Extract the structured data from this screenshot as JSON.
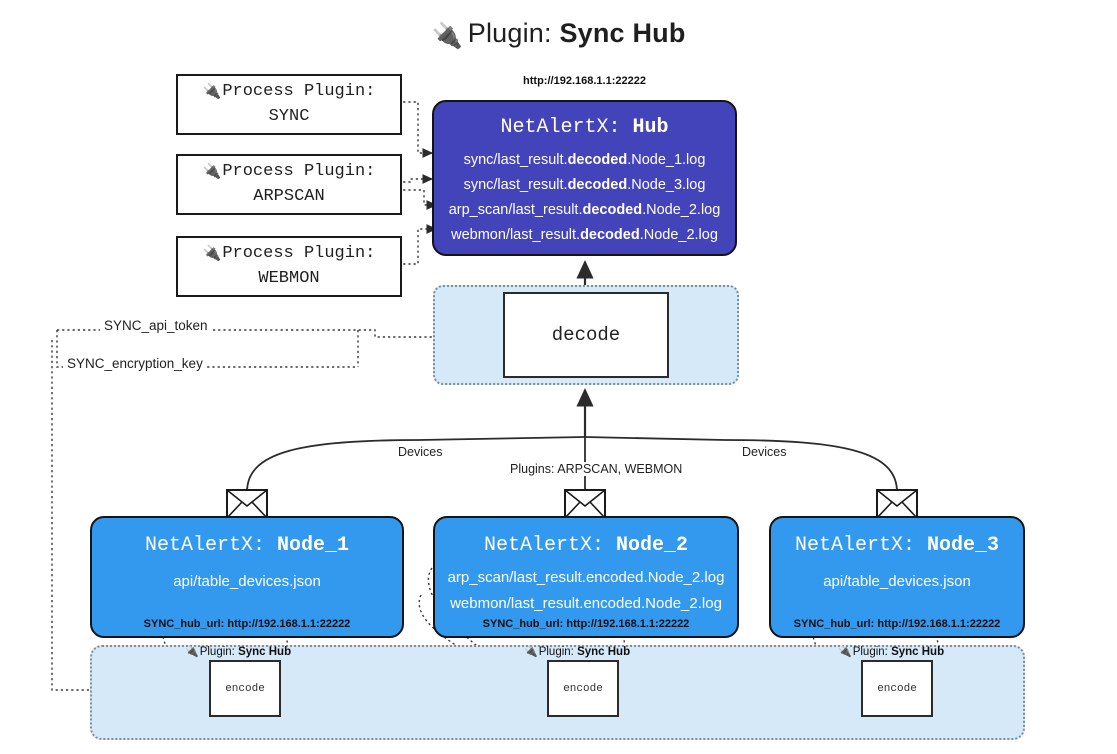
{
  "title": {
    "icon": "plug-icon",
    "glyph": "🔌",
    "prefix": "Plugin:",
    "name": "Sync Hub"
  },
  "colors": {
    "hub_fill": "#4343ba",
    "node_fill": "#3299ef",
    "region_fill": "#d6e9f9",
    "region_border": "#7f8d99",
    "outline": "#141414",
    "page_bg": "#ffffff"
  },
  "process_plugins": [
    {
      "icon": "plug-icon",
      "glyph": "🔌",
      "line1": "Process Plugin:",
      "line2": "SYNC"
    },
    {
      "icon": "plug-icon",
      "glyph": "🔌",
      "line1": "Process Plugin:",
      "line2": "ARPSCAN"
    },
    {
      "icon": "plug-icon",
      "glyph": "🔌",
      "line1": "Process Plugin:",
      "line2": "WEBMON"
    }
  ],
  "hub": {
    "url": "http://192.168.1.1:22222",
    "name_prefix": "NetAlertX: ",
    "name": "Hub",
    "logs": [
      {
        "pre": "sync/last_result.",
        "bold": "decoded",
        "post": ".Node_1.log"
      },
      {
        "pre": "sync/last_result.",
        "bold": "decoded",
        "post": ".Node_3.log"
      },
      {
        "pre": "arp_scan/last_result.",
        "bold": "decoded",
        "post": ".Node_2.log"
      },
      {
        "pre": "webmon/last_result.",
        "bold": "decoded",
        "post": ".Node_2.log"
      }
    ]
  },
  "decode": {
    "region_name": "decode-region",
    "label": "decode"
  },
  "tokens": [
    {
      "label": "SYNC_api_token"
    },
    {
      "label": "SYNC_encryption_key"
    }
  ],
  "edge_labels": {
    "left_devices": "Devices",
    "right_devices": "Devices",
    "center_plugins": "Plugins: ARPSCAN, WEBMON"
  },
  "nodes": [
    {
      "name_prefix": "NetAlertX: ",
      "name": "Node_1",
      "envelope_icon": "envelope-icon",
      "lines": [
        "api/table_devices.json"
      ],
      "hub_url_label": "SYNC_hub_url: http://192.168.1.1:22222"
    },
    {
      "name_prefix": "NetAlertX: ",
      "name": "Node_2",
      "envelope_icon": "envelope-icon",
      "lines": [
        "arp_scan/last_result.encoded.Node_2.log",
        "webmon/last_result.encoded.Node_2.log"
      ],
      "hub_url_label": "SYNC_hub_url: http://192.168.1.1:22222"
    },
    {
      "name_prefix": "NetAlertX: ",
      "name": "Node_3",
      "envelope_icon": "envelope-icon",
      "lines": [
        "api/table_devices.json"
      ],
      "hub_url_label": "SYNC_hub_url: http://192.168.1.1:22222"
    }
  ],
  "encode_region": {
    "region_name": "encode-region",
    "items": [
      {
        "icon": "plug-icon",
        "glyph": "🔌",
        "label_prefix": "Plugin: ",
        "label_name": "Sync Hub",
        "box_label": "encode"
      },
      {
        "icon": "plug-icon",
        "glyph": "🔌",
        "label_prefix": "Plugin: ",
        "label_name": "Sync Hub",
        "box_label": "encode"
      },
      {
        "icon": "plug-icon",
        "glyph": "🔌",
        "label_prefix": "Plugin: ",
        "label_name": "Sync Hub",
        "box_label": "encode"
      }
    ]
  }
}
